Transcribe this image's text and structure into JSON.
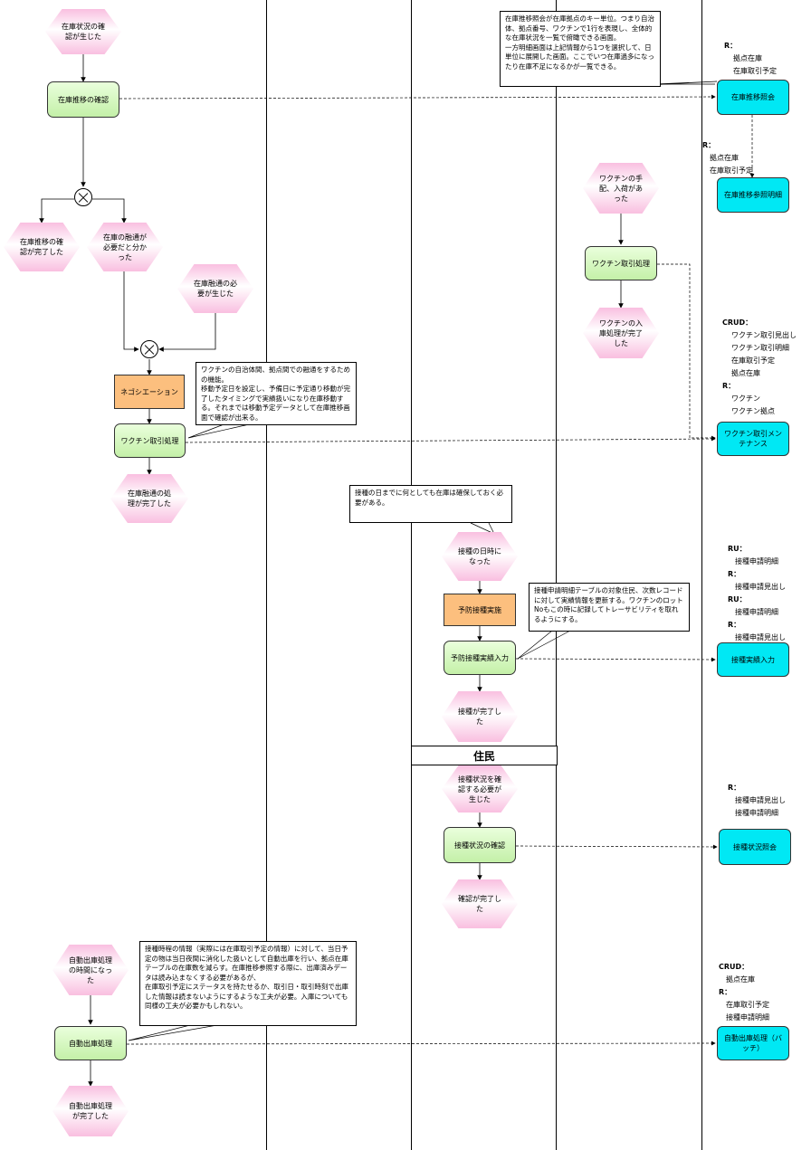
{
  "lanes": {
    "resident_label": "住民"
  },
  "events": {
    "e1": "在庫状況の確認が生じた",
    "e2": "在庫推移の確認が完了した",
    "e3": "在庫の融通が必要だと分かった",
    "e4": "在庫融通の必要が生じた",
    "e5": "在庫融通の処理が完了した",
    "e6": "ワクチンの手配、入荷があった",
    "e7": "ワクチンの入庫処理が完了した",
    "e8": "接種の日時になった",
    "e9": "接種が完了した",
    "e10": "接種状況を確認する必要が生じた",
    "e11": "確認が完了した",
    "e12": "自動出庫処理の時間になった",
    "e13": "自動出庫処理が完了した"
  },
  "functions": {
    "f1": "在庫推移の確認",
    "f2": "ワクチン取引処理",
    "f3": "ワクチン取引処理",
    "f4": "予防接種実績入力",
    "f5": "接種状況の確認",
    "f6": "自動出庫処理"
  },
  "activities": {
    "a1": "ネゴシエーション",
    "a2": "予防接種実施"
  },
  "screens": {
    "s1": "在庫推移照会",
    "s2": "在庫推移参照明細",
    "s3": "ワクチン取引メンテナンス",
    "s4": "接種実績入力",
    "s5": "接種状況照会",
    "s6": "自動出庫処理（バッチ）"
  },
  "notes": {
    "n1": "在庫推移照会が在庫拠点のキー単位。つまり自治体、拠点番号、ワクチンで1行を表現し、全体的な在庫状況を一覧で俯瞰できる画面。\n一方明細画面は上記情報から1つを選択して、日単位に展開した画面。ここでいつ在庫過多になったり在庫不足になるかが一覧できる。",
    "n2": "ワクチンの自治体間、拠点間での融通をするための機能。\n移動予定日を設定し、予備日に予定通り移動が完了したタイミングで実績扱いになり在庫移動する。それまでは移動予定データとして在庫推移画面で確認が出来る。",
    "n3": "接種の日までに何としても在庫は確保しておく必要がある。",
    "n4": "接種申請明細テーブルの対象住民、次数レコードに対して実績情報を更新する。ワクチンのロットNoもこの時に記録してトレーサビリティを取れるようにする。",
    "n5": "接種時程の情報（実際には在庫取引予定の情報）に対して、当日予定の物は当日夜間に消化した扱いとして自動出庫を行い、拠点在庫テーブルの在庫数を減らす。在庫推移参照する際に、出庫済みデータは読み込まなくする必要があるが、\n在庫取引予定にステータスを持たせるか、取引日・取引時刻で出庫した情報は読まないようにするような工夫が必要。入庫についても同様の工夫が必要かもしれない。"
  },
  "crud": {
    "c1": {
      "k1": "R：",
      "items": [
        "拠点在庫",
        "在庫取引予定"
      ]
    },
    "c2": {
      "k1": "R：",
      "items": [
        "拠点在庫",
        "在庫取引予定"
      ]
    },
    "c3": {
      "k1": "CRUD：",
      "items1": [
        "ワクチン取引見出し",
        "ワクチン取引明細",
        "在庫取引予定",
        "拠点在庫"
      ],
      "k2": "R：",
      "items2": [
        "ワクチン",
        "ワクチン拠点"
      ]
    },
    "c4": {
      "l1": "RU：",
      "l2": "接種申請明細",
      "l3": "R：",
      "l4": "接種申請見出し",
      "l5": "RU：",
      "l6": "接種申請明細",
      "l7": "R：",
      "l8": "接種申請見出し"
    },
    "c5": {
      "k1": "R：",
      "items": [
        "接種申請見出し",
        "接種申請明細"
      ]
    },
    "c6": {
      "k1": "CRUD：",
      "items1": [
        "拠点在庫"
      ],
      "k2": "R：",
      "items2": [
        "在庫取引予定",
        "接種申請明細"
      ]
    }
  },
  "colors": {
    "event": "#f9bfe0",
    "function": "#c4f0a8",
    "screen": "#00e8f4",
    "activity": "#fcbf7e"
  }
}
